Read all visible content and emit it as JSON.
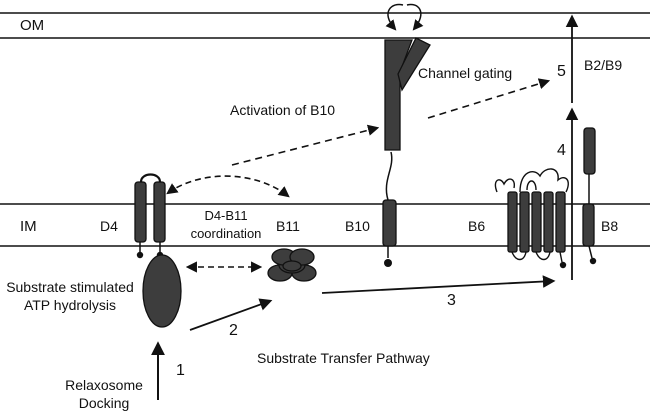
{
  "membranes": {
    "outer": "OM",
    "inner": "IM"
  },
  "proteins": {
    "d4": "D4",
    "b11": "B11",
    "b10": "B10",
    "b6": "B6",
    "b8": "B8",
    "b2_b9": "B2/B9"
  },
  "annotations": {
    "channel_gating": "Channel gating",
    "activation_b10": "Activation of B10",
    "d4_b11_line1": "D4-B11",
    "d4_b11_line2": "coordination",
    "atp_line1": "Substrate stimulated",
    "atp_line2": "ATP hydrolysis",
    "relaxosome_line1": "Relaxosome",
    "relaxosome_line2": "Docking",
    "pathway": "Substrate Transfer Pathway"
  },
  "steps": [
    "1",
    "2",
    "3",
    "4",
    "5"
  ],
  "colors": {
    "protein_fill": "#3d3d3d",
    "outline": "#111111",
    "background": "#ffffff"
  }
}
